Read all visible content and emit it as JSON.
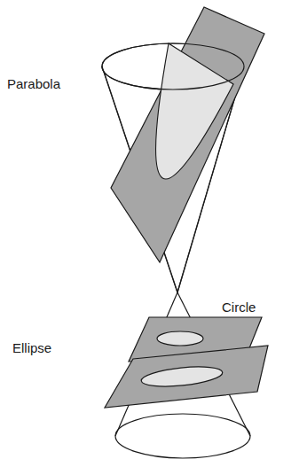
{
  "diagram": {
    "labels": [
      "Parabola",
      "Circle",
      "Ellipse"
    ]
  }
}
